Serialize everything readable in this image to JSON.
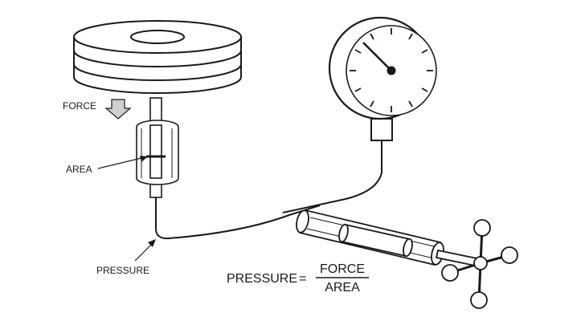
{
  "labels": {
    "force": "FORCE",
    "area": "AREA",
    "pressure": "PRESSURE"
  },
  "equation": {
    "lhs": "PRESSURE",
    "equals": "=",
    "numerator": "FORCE",
    "denominator": "AREA"
  },
  "colors": {
    "stroke": "#1a1a1a",
    "background": "#ffffff",
    "arrow_fill": "#cfcfcf"
  },
  "icons": {
    "weights": "stacked-disc-weights",
    "gauge": "pressure-gauge-icon",
    "cylinder": "piston-cylinder",
    "pump": "screw-pump-with-star-handle"
  }
}
